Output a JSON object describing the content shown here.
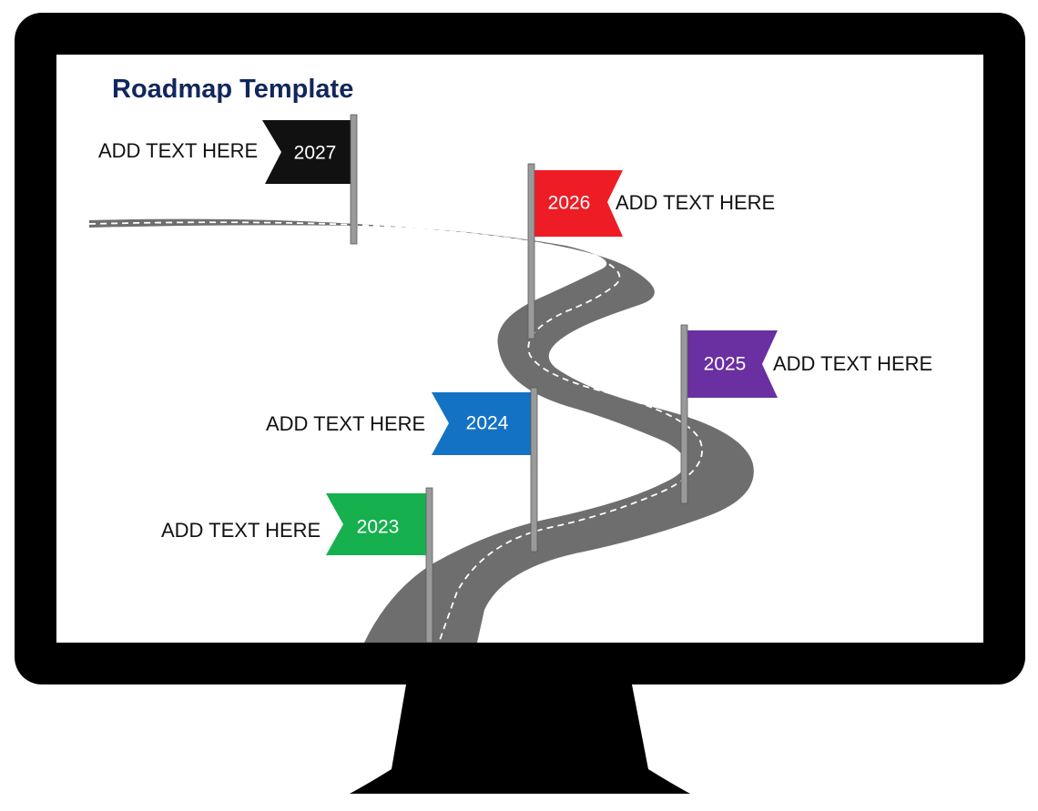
{
  "slide": {
    "title": "Roadmap Template"
  },
  "milestones": [
    {
      "year": "2023",
      "text": "ADD TEXT HERE",
      "color": "#16b04f",
      "icon": "flag-icon"
    },
    {
      "year": "2024",
      "text": "ADD TEXT HERE",
      "color": "#1472c4",
      "icon": "flag-icon"
    },
    {
      "year": "2025",
      "text": "ADD TEXT HERE",
      "color": "#6a2fa0",
      "icon": "flag-icon"
    },
    {
      "year": "2026",
      "text": "ADD TEXT HERE",
      "color": "#ee1c24",
      "icon": "flag-icon"
    },
    {
      "year": "2027",
      "text": "ADD TEXT HERE",
      "color": "#111111",
      "icon": "flag-icon"
    }
  ],
  "colors": {
    "bezel": "#000000",
    "road": "#6e6e6e",
    "road_dash": "#ffffff",
    "pole": "#9a9a9a",
    "title": "#12265e"
  }
}
